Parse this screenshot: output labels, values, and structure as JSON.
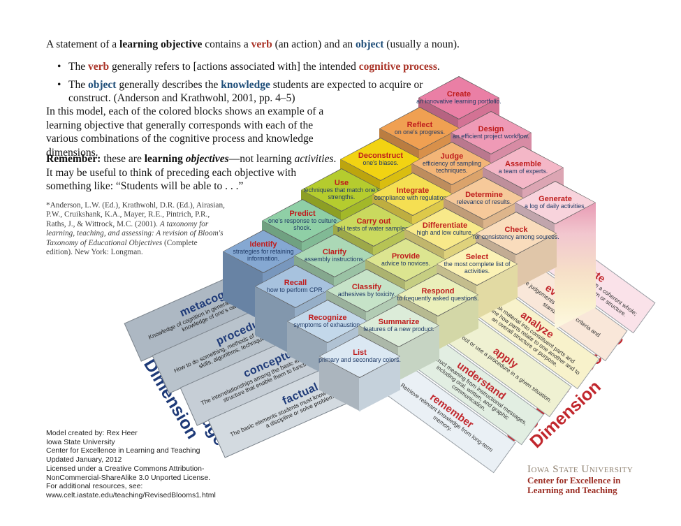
{
  "title_block": {
    "bullet_glyph": "•",
    "line1": [
      "A statement of a ",
      "learning objective",
      " contains a ",
      "verb",
      " (an action) and an ",
      "object",
      " (usually a noun)."
    ],
    "bullet1": [
      "The ",
      "verb",
      " generally refers to [actions associated with] the intended ",
      "cognitive process",
      "."
    ],
    "bullet2": [
      "The ",
      "object",
      " generally describes the ",
      "knowledge",
      " students are expected to acquire or construct. (Anderson and Krathwohl, 2001, pp. 4–5)"
    ]
  },
  "paragraphs": {
    "model": "In this model, each of the colored blocks shows an example of a learning objective that generally corresponds with each of the various combinations of the cognitive process and knowledge dimensions.",
    "remember": [
      "Remember:",
      " these are ",
      "learning ",
      "objectives",
      "—not learning ",
      "activities",
      ". It may be useful to think of preceding each objective with something like: “Students will be able to . . .”"
    ]
  },
  "citation": {
    "parts": [
      "*Anderson, L.W. (Ed.), Krathwohl, D.R. (Ed.), Airasian, P.W., Cruikshank, K.A., Mayer, R.E., Pintrich, P.R., Raths, J., & Wittrock, M.C. (2001). ",
      "A taxonomy for learning, teaching, and assessing: A revision of Bloom's Taxonomy of Educational Objectives",
      " (Complete edition). New York: Longman."
    ]
  },
  "credits": {
    "lines": [
      "Model created by: Rex Heer",
      "Iowa State University",
      "Center for Excellence in Learning and Teaching",
      "Updated January, 2012",
      "Licensed under a Creative Commons Attribution-",
      "NonCommercial-ShareAlike 3.0 Unported License.",
      "For additional resources, see:",
      "www.celt.iastate.edu/teaching/RevisedBlooms1.html"
    ]
  },
  "logo": {
    "university": "Iowa State University",
    "center_line1": "Center for Excellence in",
    "center_line2": "Learning and Teaching"
  },
  "axes": {
    "knowledge": "The Knowledge Dimension",
    "cognitive": "The Cognitive Process Dimension"
  },
  "knowledge_dimension": {
    "items": [
      {
        "label": "metacognitive",
        "description": "Knowledge of cognition in general as well as awareness and knowledge of one's own cognition."
      },
      {
        "label": "procedural",
        "description": "How to do something, methods of inquiry, and criteria for using skills, algorithms, techniques, and methods."
      },
      {
        "label": "conceptual",
        "description": "The interrelationships among the basic elements within a larger structure that enable them to function together."
      },
      {
        "label": "factual",
        "description": "The basic elements students must know to be acquainted with a discipline or solve problems in it."
      }
    ]
  },
  "cognitive_dimension": {
    "items": [
      {
        "label": "remember",
        "description": "Retrieve relevant knowledge from long-term memory."
      },
      {
        "label": "understand",
        "description": "Construct meaning from instructional messages, including oral, written, and graphic communication."
      },
      {
        "label": "apply",
        "description": "Carry out or use a procedure in a given situation."
      },
      {
        "label": "analyze",
        "description": "Break material into constituent parts and determine how parts relate to one another and to an overall structure or purpose."
      },
      {
        "label": "evaluate",
        "description": "Make judgements based on criteria and standards."
      },
      {
        "label": "create",
        "description": "Put elements together to form a coherent whole; reorganize into a new pattern or structure."
      }
    ]
  },
  "grid": {
    "columns": [
      "remember",
      "understand",
      "apply",
      "analyze",
      "evaluate",
      "create"
    ],
    "rows": [
      {
        "knowledge": "metacognitive",
        "cells": [
          {
            "verb": "Identify",
            "object": "strategies for retaining information."
          },
          {
            "verb": "Predict",
            "object": "one's response to culture shock."
          },
          {
            "verb": "Use",
            "object": "techniques that match one's strengths."
          },
          {
            "verb": "Deconstruct",
            "object": "one's biases."
          },
          {
            "verb": "Reflect",
            "object": "on one's progress."
          },
          {
            "verb": "Create",
            "object": "an innovative learning portfolio."
          }
        ]
      },
      {
        "knowledge": "procedural",
        "cells": [
          {
            "verb": "Recall",
            "object": "how to perform CPR."
          },
          {
            "verb": "Clarify",
            "object": "assembly instructions."
          },
          {
            "verb": "Carry out",
            "object": "pH tests of water samples."
          },
          {
            "verb": "Integrate",
            "object": "compliance with regulations."
          },
          {
            "verb": "Judge",
            "object": "efficiency of sampling techniques."
          },
          {
            "verb": "Design",
            "object": "an efficient project workflow."
          }
        ]
      },
      {
        "knowledge": "conceptual",
        "cells": [
          {
            "verb": "Recognize",
            "object": "symptoms of exhaustion."
          },
          {
            "verb": "Classify",
            "object": "adhesives by toxicity."
          },
          {
            "verb": "Provide",
            "object": "advice to novices."
          },
          {
            "verb": "Differentiate",
            "object": "high and low culture."
          },
          {
            "verb": "Determine",
            "object": "relevance of results."
          },
          {
            "verb": "Assemble",
            "object": "a team of experts."
          }
        ]
      },
      {
        "knowledge": "factual",
        "cells": [
          {
            "verb": "List",
            "object": "primary and secondary colors."
          },
          {
            "verb": "Summarize",
            "object": "features of a new product."
          },
          {
            "verb": "Respond",
            "object": "to frequently asked questions."
          },
          {
            "verb": "Select",
            "object": "the most complete list of activities."
          },
          {
            "verb": "Check",
            "object": "for consistency among sources."
          },
          {
            "verb": "Generate",
            "object": "a log of daily activities."
          }
        ]
      }
    ]
  },
  "colors": {
    "verb_text": "#bf1c1c",
    "object_text": "#1f3a66",
    "accent_red": "#a93226",
    "accent_blue": "#1f4e79",
    "knowledge_label": "#1e3a78",
    "process_label": "#c1272d",
    "knowledge_axis": "#1e3a78",
    "process_axis": "#c1272d",
    "isu_university": "#8d7f6e",
    "isu_center": "#9b2d23",
    "face_rows": {
      "metacognitive": [
        "#85a8d2",
        "#8fcfa6",
        "#b5cc2e",
        "#f2d312",
        "#f0a052",
        "#ea7fa5"
      ],
      "procedural": [
        "#a7c2de",
        "#abd8b6",
        "#cad95e",
        "#f5df52",
        "#f3b577",
        "#ef9ab6"
      ],
      "conceptual": [
        "#c3d8ea",
        "#c6e3c8",
        "#dce590",
        "#f8e98a",
        "#f6c99a",
        "#f4b7c7"
      ],
      "factual": [
        "#dbe8f3",
        "#dcecd9",
        "#eaefba",
        "#fbf2b5",
        "#f9dcbc",
        "#f8d3dc"
      ]
    },
    "knowledge_panels": [
      "#adb8c3",
      "#b9c3cc",
      "#c6ced6",
      "#d3dae0"
    ],
    "process_panels": [
      "#eaf0f5",
      "#e2eee2",
      "#eff1d2",
      "#f8f2cb",
      "#f9e7d9",
      "#fae2e9"
    ]
  }
}
